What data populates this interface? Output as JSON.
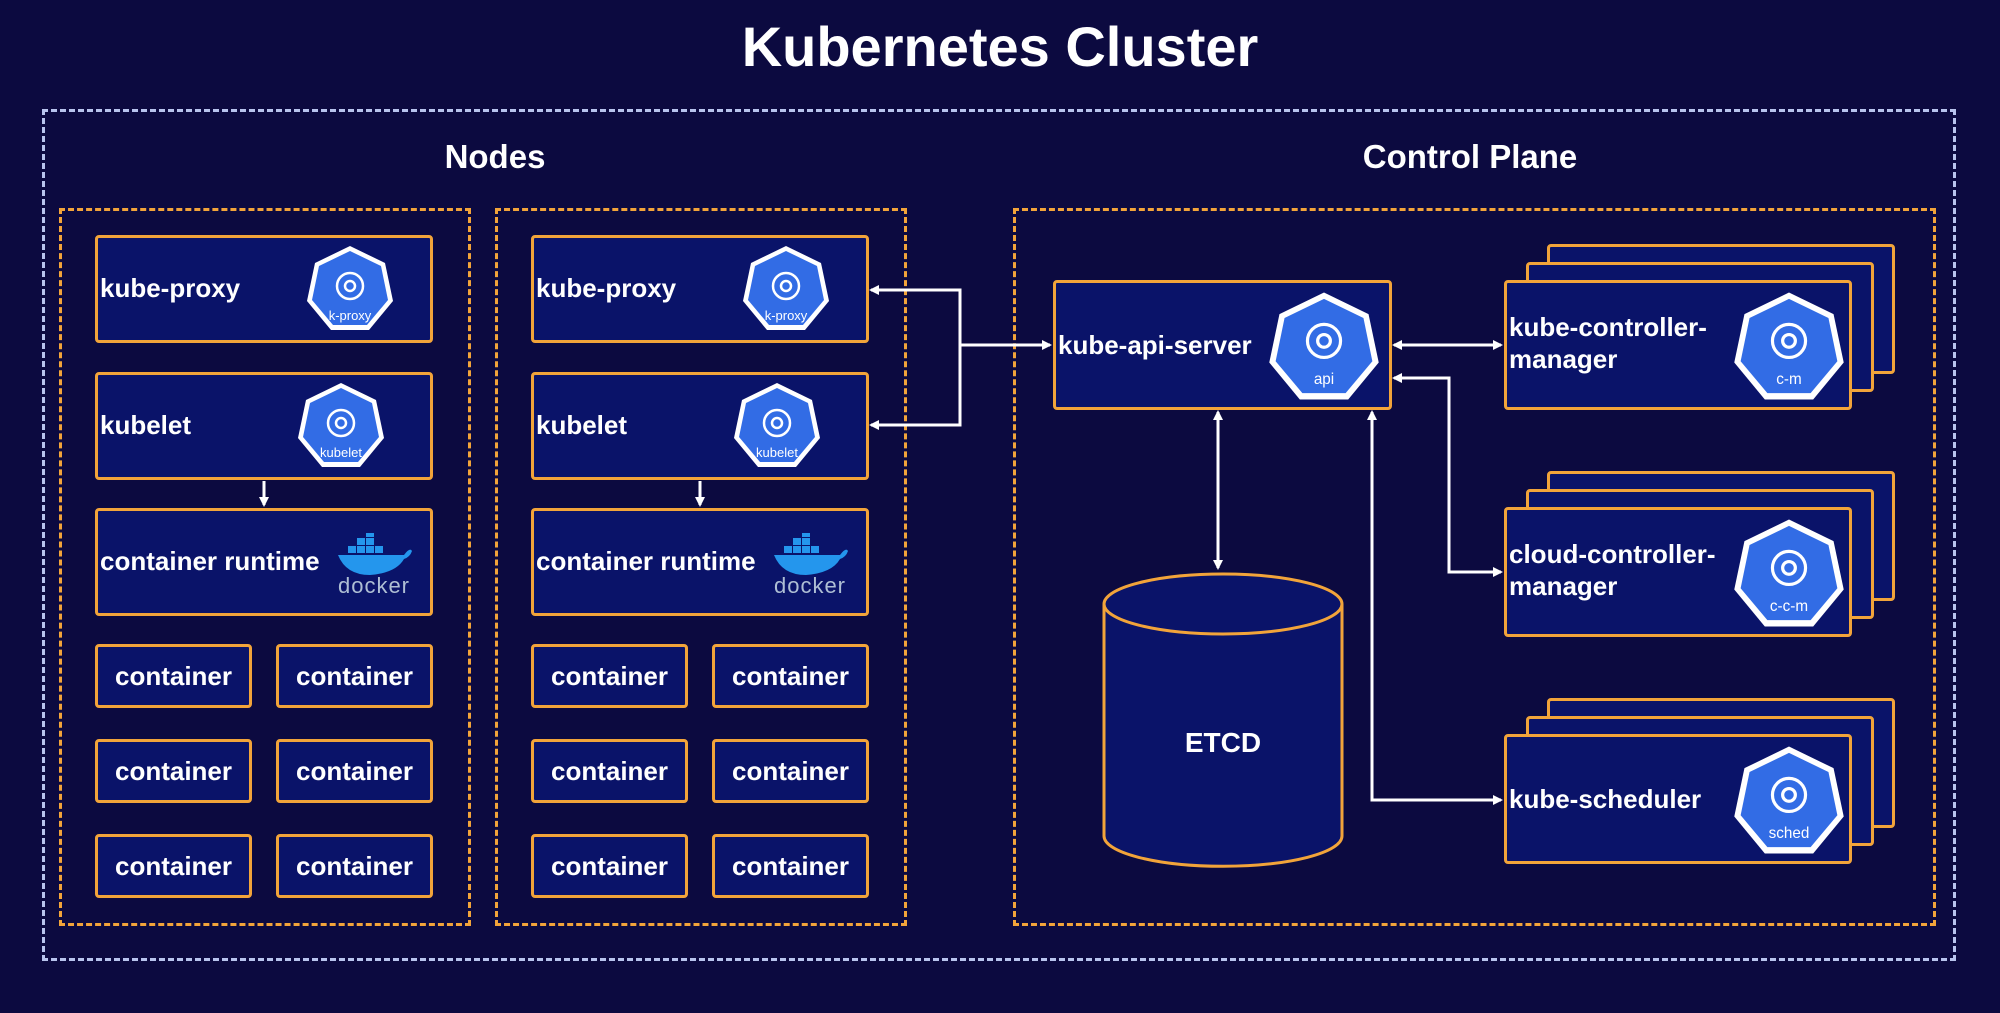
{
  "title": "Kubernetes Cluster",
  "sections": {
    "nodes": "Nodes",
    "control_plane": "Control Plane"
  },
  "nodes": [
    {
      "kube_proxy": "kube-proxy",
      "kube_proxy_icon": "k-proxy",
      "kubelet": "kubelet",
      "kubelet_icon": "kubelet",
      "runtime": "container runtime",
      "runtime_icon": "docker",
      "containers": [
        "container",
        "container",
        "container",
        "container",
        "container",
        "container"
      ]
    },
    {
      "kube_proxy": "kube-proxy",
      "kube_proxy_icon": "k-proxy",
      "kubelet": "kubelet",
      "kubelet_icon": "kubelet",
      "runtime": "container runtime",
      "runtime_icon": "docker",
      "containers": [
        "container",
        "container",
        "container",
        "container",
        "container",
        "container"
      ]
    }
  ],
  "control_plane": {
    "api_server": "kube-api-server",
    "api_icon": "api",
    "etcd": "ETCD",
    "controller_manager_l1": "kube-controller-",
    "controller_manager_l2": "manager",
    "cm_icon": "c-m",
    "cloud_controller_l1": "cloud-controller-",
    "cloud_controller_l2": "manager",
    "ccm_icon": "c-c-m",
    "scheduler": "kube-scheduler",
    "sched_icon": "sched"
  },
  "colors": {
    "background": "#0c0a40",
    "box_fill": "#0a1369",
    "orange": "#f2a43a",
    "cluster_border": "#b8c4ee",
    "k8s_blue": "#326ce5"
  }
}
